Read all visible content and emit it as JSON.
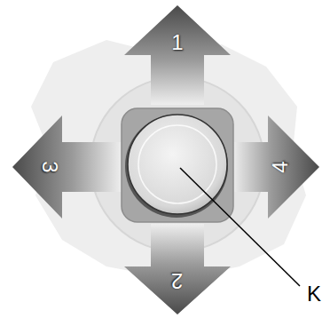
{
  "diagram": {
    "labels": [
      "1",
      "3",
      "4",
      "2",
      "K"
    ]
  }
}
